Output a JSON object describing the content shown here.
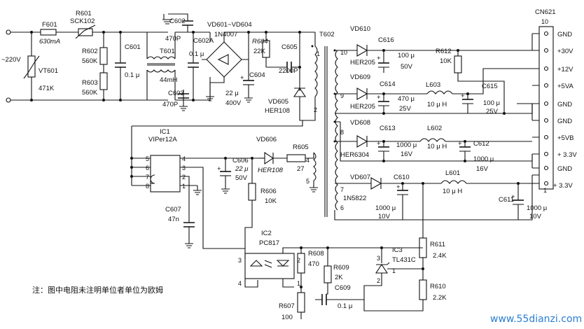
{
  "input": {
    "ac": "~220V",
    "f601": "F601",
    "f601_val": "630mA",
    "r601": "R601",
    "r601_val": "SCK102",
    "vt601": "VT601",
    "vt601_val": "471K"
  },
  "emi": {
    "r602": "R602",
    "r602_val": "560K",
    "r603": "R603",
    "r603_val": "560K",
    "c601": "C601",
    "c601_val": "0.1 μ",
    "t601": "T601",
    "t601_val": "44mH",
    "c602": "C602",
    "c602_val": "470P",
    "c602a": "C602A",
    "c602a_val": "0.1 μ",
    "c603": "C603",
    "c603_val": "470P"
  },
  "rect": {
    "bridge": "VD601~VD604",
    "bridge_val": "1N4007",
    "c604": "C604",
    "c604_val1": "22 μ",
    "c604_val2": "400V",
    "r604": "R604",
    "r604_val": "22K",
    "c605": "C605",
    "c605_val": "2200P",
    "vd605": "VD605",
    "vd605_val": "HER108"
  },
  "ic1": {
    "name": "IC1",
    "part": "VIPer12A",
    "pins_left": [
      "5",
      "6",
      "7",
      "8"
    ],
    "pins_right": [
      "4",
      "3",
      "2",
      "1"
    ]
  },
  "aux": {
    "vd606": "VD606",
    "vd606_val": "HER108",
    "r605": "R605",
    "r605_val": "27",
    "c606": "C606",
    "c606_val1": "22 μ",
    "c606_val2": "50V",
    "r606": "R606",
    "r606_val": "10K",
    "c607": "C607",
    "c607_val": "47n",
    "t_pin4": "4",
    "t_pin5": "5"
  },
  "transformer": {
    "name": "T602",
    "pri_pin1": "1",
    "pri_pin2": "2",
    "sec_pins": [
      "10",
      "9",
      "8",
      "7",
      "6"
    ]
  },
  "sec": {
    "vd610": "VD610",
    "vd610_val": "HER205",
    "c616": "C616",
    "c616_val1": "100 μ",
    "c616_val2": "50V",
    "r612": "R612",
    "r612_val": "10K",
    "vd609": "VD609",
    "vd609_val": "HER205",
    "c614": "C614",
    "c614_val1": "470 μ",
    "c614_val2": "25V",
    "l603": "L603",
    "l603_val": "10 μ H",
    "c615": "C615",
    "c615_val1": "100 μ",
    "c615_val2": "25V",
    "vd608": "VD608",
    "vd608_val": "HER6304",
    "c613": "C613",
    "c613_val1": "1000 μ",
    "c613_val2": "16V",
    "l602": "L602",
    "l602_val": "10 μ H",
    "c612": "C612",
    "c612_val1": "1000 μ",
    "c612_val2": "16V",
    "vd607": "VD607",
    "vd607_val": "1N5822",
    "c610": "C610",
    "c610_val1": "1000 μ",
    "c610_val2": "10V",
    "l601": "L601",
    "l601_val": "10 μ H",
    "c611": "C611",
    "c611_val1": "1000 μ",
    "c611_val2": "10V"
  },
  "fb": {
    "ic2": "IC2",
    "ic2_part": "PC817",
    "ic2_pins": [
      "3",
      "2",
      "4",
      "1"
    ],
    "r608": "R608",
    "r608_val": "470",
    "r607": "R607",
    "r607_val": "100",
    "r609": "R609",
    "r609_val": "2K",
    "c609": "C609",
    "c609_val": "0.1 μ",
    "ic3": "IC3",
    "ic3_part": "TL431C",
    "ic3_pins": [
      "3",
      "1",
      "2"
    ],
    "r611": "R611",
    "r611_val": "2.4K",
    "r610": "R610",
    "r610_val": "2.2K"
  },
  "connector": {
    "name": "CN621",
    "pin_top": "10",
    "pin_bottom": "1",
    "labels": [
      "GND",
      "+30V",
      "+12V",
      "+5VA",
      "GND",
      "GND",
      "+5VB",
      "+ 3.3V",
      "GND",
      "+ 3.3V"
    ]
  },
  "note": "注：图中电阻未注明单位者单位为欧姆",
  "watermark": "www.55dianzi.com"
}
